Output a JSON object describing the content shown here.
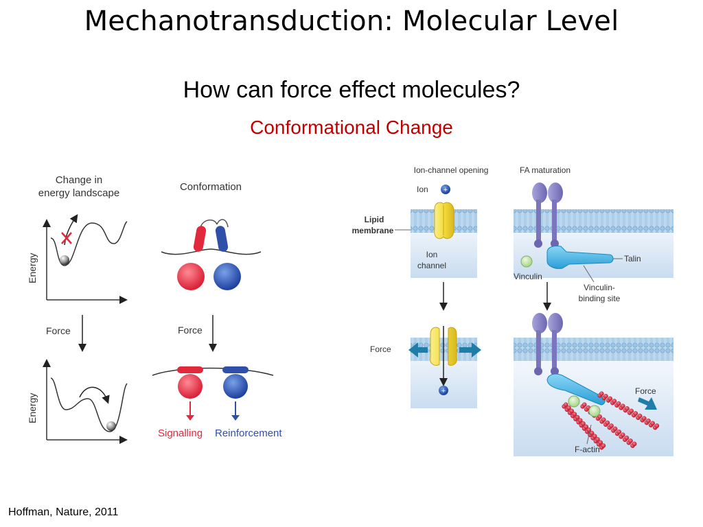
{
  "slide": {
    "title": "Mechanotransduction: Molecular Level",
    "subtitle": "How can force effect molecules?",
    "highlight": "Conformational Change",
    "citation": "Hoffman, Nature, 2011"
  },
  "left_figure": {
    "energy_heading_line1": "Change in",
    "energy_heading_line2": "energy landscape",
    "conformation_heading": "Conformation",
    "energy_axis_label": "Energy",
    "force_label": "Force",
    "signalling_label": "Signalling",
    "reinforcement_label": "Reinforcement"
  },
  "right_figure": {
    "ion_channel_heading": "Ion-channel opening",
    "fa_heading": "FA maturation",
    "ion_label": "Ion",
    "lipid_label_line1": "Lipid",
    "lipid_label_line2": "membrane",
    "ion_channel_label_line1": "Ion",
    "ion_channel_label_line2": "channel",
    "talin_label": "Talin",
    "vinculin_label": "Vinculin",
    "vbs_label_line1": "Vinculin-",
    "vbs_label_line2": "binding site",
    "force_label": "Force",
    "force_label_fa": "Force",
    "factin_label": "F-actin",
    "plus_sign": "+"
  },
  "colors": {
    "highlight": "#c00000",
    "signalling": "#e2283c",
    "reinforcement": "#2f4fa8",
    "membrane": "#9ec4e4",
    "channel": "#f5e04a",
    "integrin": "#8b86c6",
    "talin": "#48b8e8",
    "vinculin": "#c8e6b0",
    "actin": "#d8283e"
  }
}
